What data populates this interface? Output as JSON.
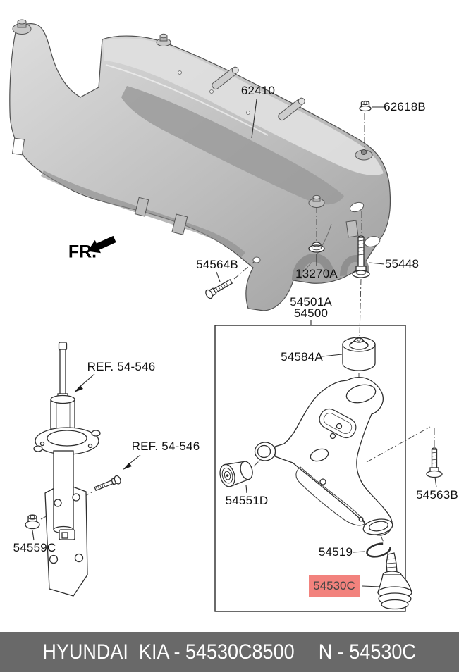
{
  "page": {
    "background": "#ffffff"
  },
  "fr_label": "FR.",
  "parts": {
    "p62410": "62410",
    "p62618B": "62618B",
    "p54564B": "54564B",
    "p13270A": "13270A",
    "p55448": "55448",
    "p54501A": "54501A",
    "p54500": "54500",
    "p54584A": "54584A",
    "p54551D": "54551D",
    "p54563B": "54563B",
    "p54559C": "54559C",
    "p54519": "54519"
  },
  "ref_label": "REF. 54-546",
  "highlight": {
    "label": "54530C",
    "bg": "#f2827d",
    "fg": "#444444"
  },
  "banner": {
    "left": "HYUNDAI  KIA - 54530C8500",
    "right": "N - 54530C",
    "bg": "#696969",
    "fg": "#ffffff"
  }
}
